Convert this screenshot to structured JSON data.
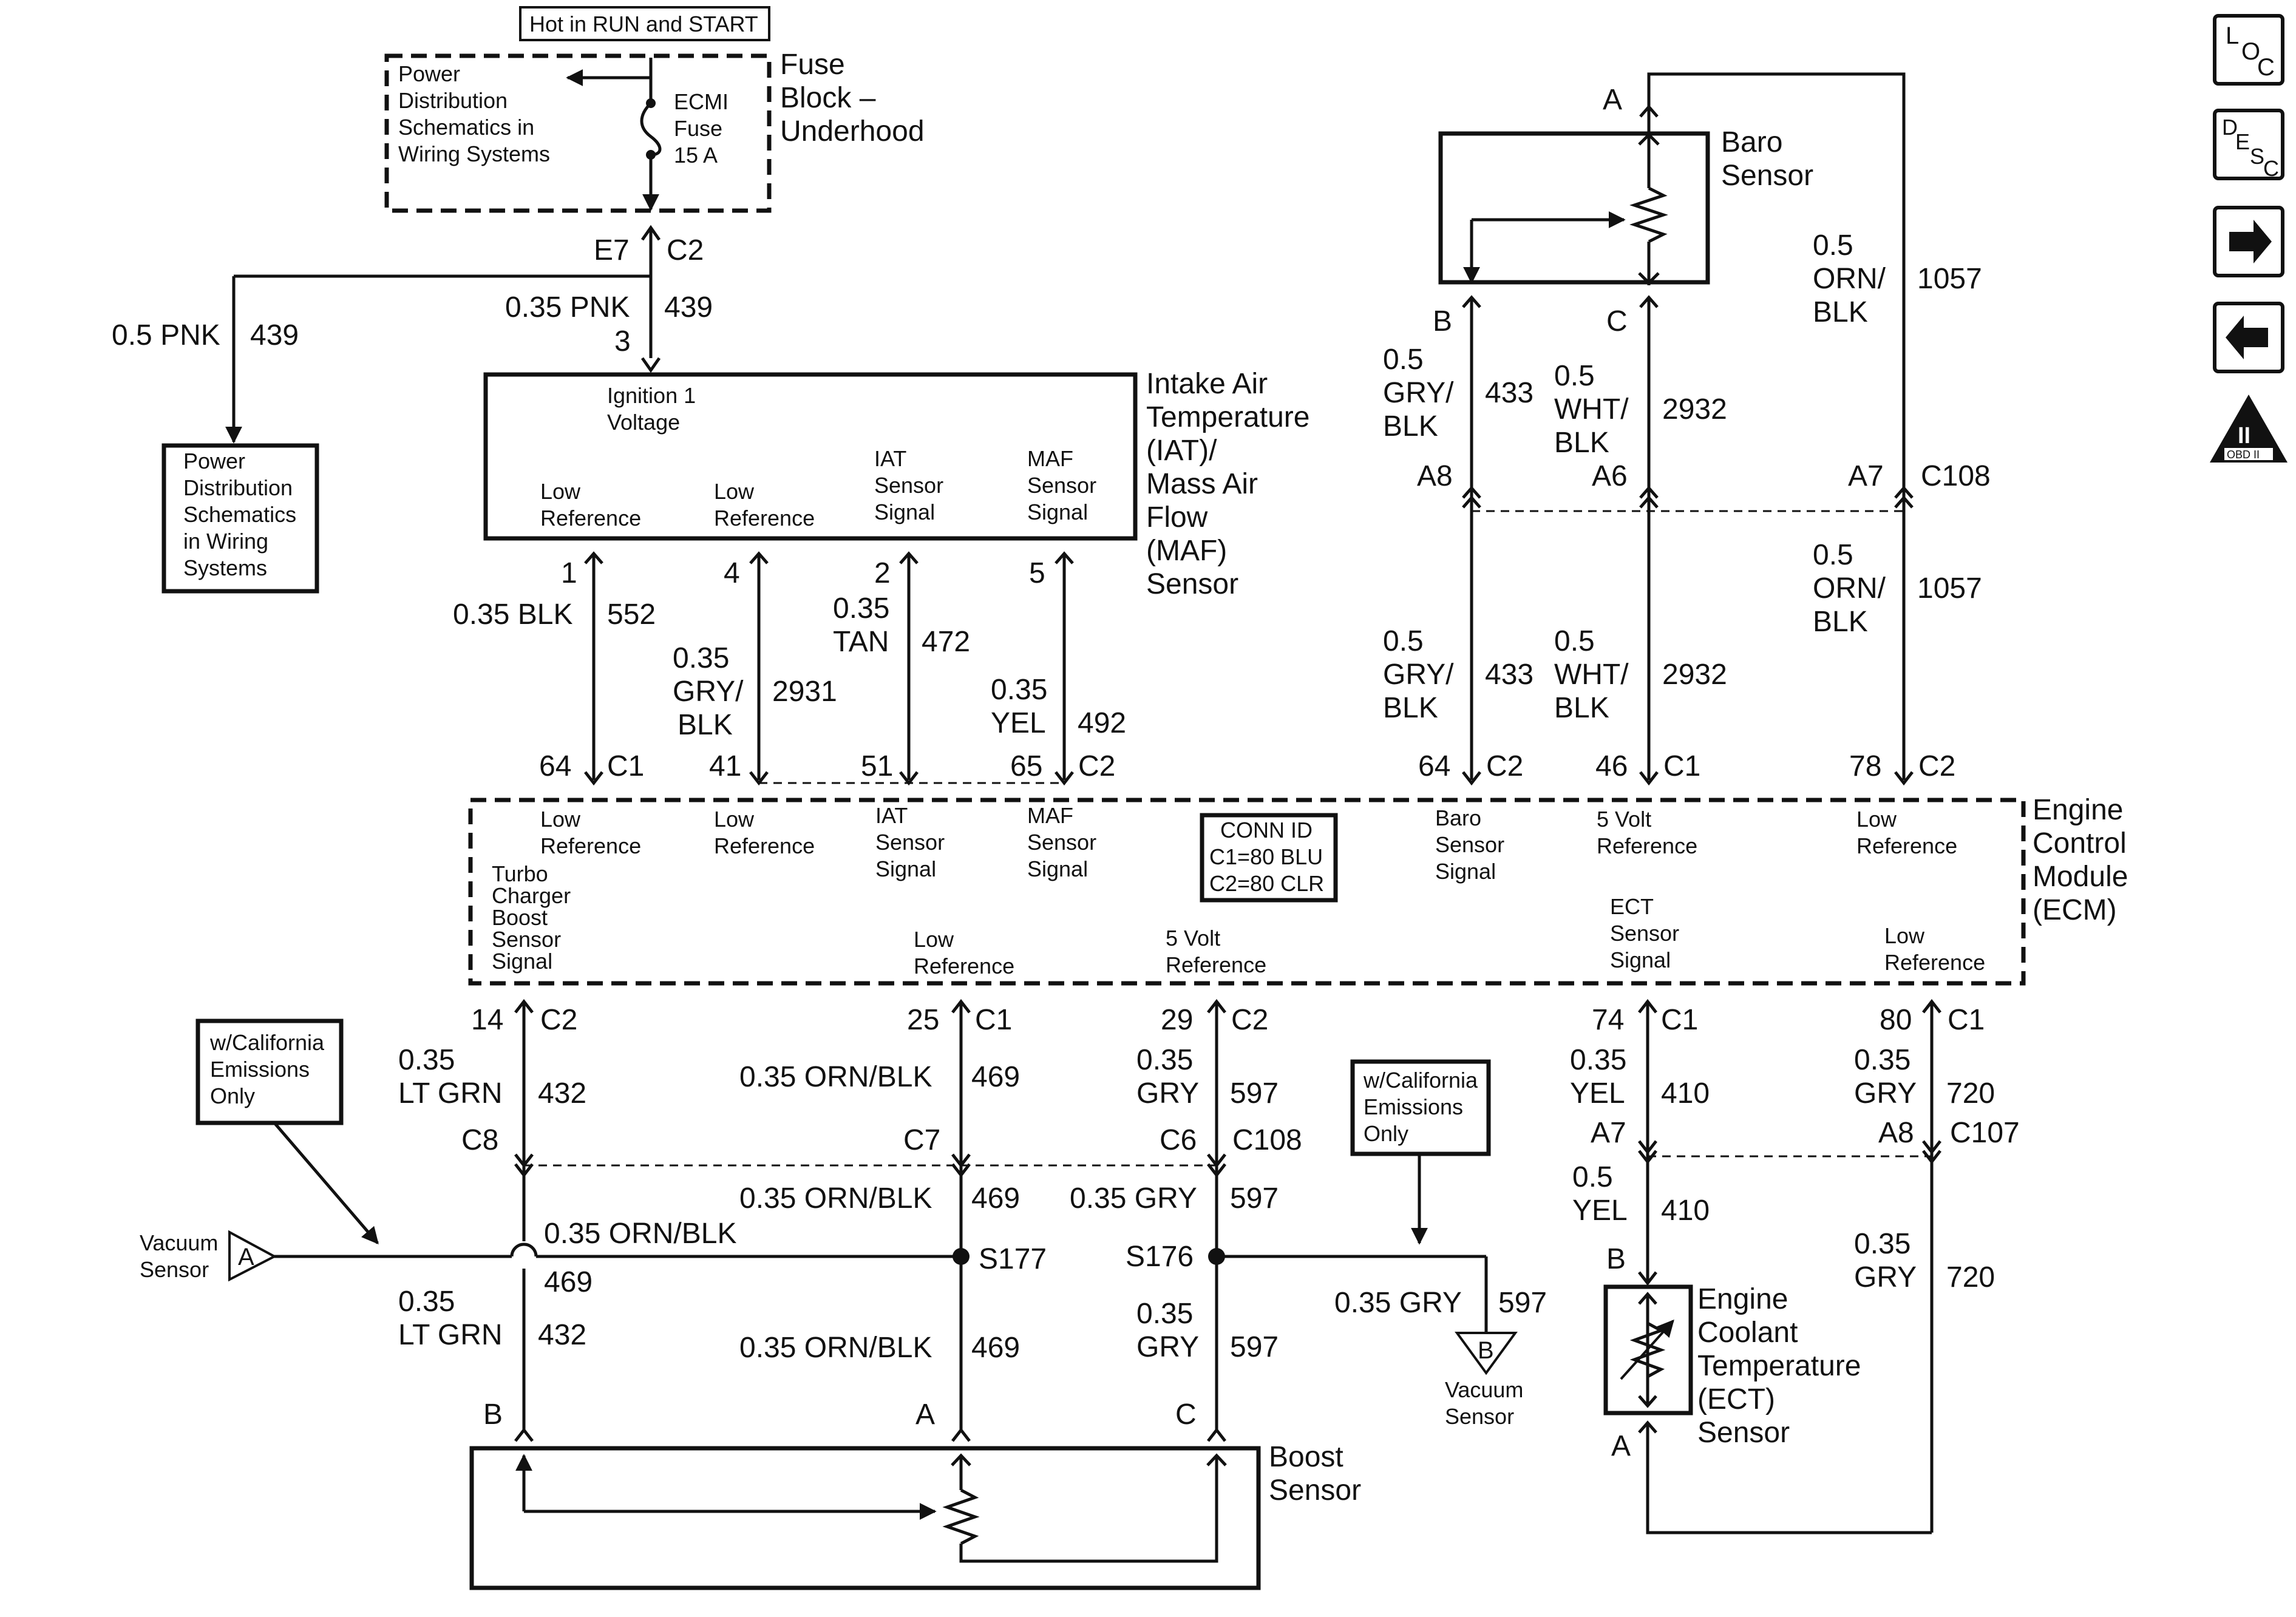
{
  "fuse": {
    "hot": "Hot in RUN and START",
    "power_dist": [
      "Power",
      "Distribution",
      "Schematics in",
      "Wiring Systems"
    ],
    "ecmi": [
      "ECMI",
      "Fuse",
      "15 A"
    ],
    "block_title": [
      "Fuse",
      "Block –",
      "Underhood"
    ],
    "conn_left": "E7",
    "conn_right": "C2"
  },
  "ign_feed": {
    "left_wire": [
      "0.5 PNK",
      "439"
    ],
    "main_wire": [
      "0.35 PNK",
      "439",
      "3"
    ],
    "power_box": [
      "Power",
      "Distribution",
      "Schematics",
      "in Wiring",
      "Systems"
    ]
  },
  "iat_maf": {
    "title": [
      "Intake Air",
      "Temperature",
      "(IAT)/",
      "Mass Air",
      "Flow",
      "(MAF)",
      "Sensor"
    ],
    "ign_label": [
      "Ignition 1",
      "Voltage"
    ],
    "pins": [
      {
        "label": [
          "Low",
          "Reference"
        ],
        "pin": "1",
        "size": [
          "0.35 BLK"
        ],
        "circuit": "552",
        "ecm_pin": "64",
        "ecm_conn": "C1"
      },
      {
        "label": [
          "Low",
          "Reference"
        ],
        "pin": "4",
        "size": [
          "0.35",
          "GRY/",
          "BLK"
        ],
        "circuit": "2931",
        "ecm_pin": "41",
        "ecm_conn": ""
      },
      {
        "label": [
          "IAT",
          "Sensor",
          "Signal"
        ],
        "pin": "2",
        "size": [
          "0.35",
          "TAN"
        ],
        "circuit": "472",
        "ecm_pin": "51",
        "ecm_conn": ""
      },
      {
        "label": [
          "MAF",
          "Sensor",
          "Signal"
        ],
        "pin": "5",
        "size": [
          "0.35",
          "YEL"
        ],
        "circuit": "492",
        "ecm_pin": "65",
        "ecm_conn": "C2"
      }
    ]
  },
  "baro": {
    "title": [
      "Baro",
      "Sensor"
    ],
    "a": "A",
    "b": "B",
    "c": "C",
    "wire_b_top": [
      "0.5",
      "GRY/",
      "BLK"
    ],
    "circ_b": "433",
    "wire_c_top": [
      "0.5",
      "WHT/",
      "BLK"
    ],
    "circ_c": "2932",
    "wire_a_top": [
      "0.5",
      "ORN/",
      "BLK"
    ],
    "circ_a": "1057",
    "conn_pins": [
      "A8",
      "A6",
      "A7"
    ],
    "conn_id": "C108",
    "wire_b_bot": [
      "0.5",
      "GRY/",
      "BLK"
    ],
    "wire_c_bot": [
      "0.5",
      "WHT/",
      "BLK"
    ],
    "wire_a_bot": [
      "0.5",
      "ORN/",
      "BLK"
    ],
    "ecm_pins": [
      {
        "pin": "64",
        "conn": "C2"
      },
      {
        "pin": "46",
        "conn": "C1"
      },
      {
        "pin": "78",
        "conn": "C2"
      }
    ]
  },
  "ecm": {
    "title": [
      "Engine",
      "Control",
      "Module",
      "(ECM)"
    ],
    "conn_id": [
      "CONN ID",
      "C1=80 BLU",
      "C2=80 CLR"
    ],
    "top_labels": [
      [
        "Low",
        "Reference"
      ],
      [
        "Low",
        "Reference"
      ],
      [
        "IAT",
        "Sensor",
        "Signal"
      ],
      [
        "MAF",
        "Sensor",
        "Signal"
      ],
      [
        "Baro",
        "Sensor",
        "Signal"
      ],
      [
        "5 Volt",
        "Reference"
      ],
      [
        "Low",
        "Reference"
      ]
    ],
    "bottom_labels": [
      [
        "Turbo",
        "Charger",
        "Boost",
        "Sensor",
        "Signal"
      ],
      [
        "Low",
        "Reference"
      ],
      [
        "5 Volt",
        "Reference"
      ],
      [
        "ECT",
        "Sensor",
        "Signal"
      ],
      [
        "Low",
        "Reference"
      ]
    ]
  },
  "boost": {
    "title": [
      "Boost",
      "Sensor"
    ],
    "ecm_pins": [
      {
        "pin": "14",
        "conn": "C2"
      },
      {
        "pin": "25",
        "conn": "C1"
      },
      {
        "pin": "29",
        "conn": "C2"
      }
    ],
    "w1_top": [
      "0.35",
      "LT GRN"
    ],
    "c1": "432",
    "w2_top": "0.35 ORN/BLK",
    "c2": "469",
    "w3_top": [
      "0.35",
      "GRY"
    ],
    "c3": "597",
    "conn_pins": [
      "C8",
      "C7",
      "C6"
    ],
    "conn_id": "C108",
    "w2_mid": "0.35 ORN/BLK",
    "w3_mid": "0.35 GRY",
    "vac_wire": "0.35 ORN/BLK",
    "vac_circ": "469",
    "s177": "S177",
    "s176": "S176",
    "w1_bot": [
      "0.35",
      "LT GRN"
    ],
    "w2_bot": "0.35 ORN/BLK",
    "w3_bot": [
      "0.35",
      "GRY"
    ],
    "vac_b_wire": "0.35 GRY",
    "pins": [
      "B",
      "A",
      "C"
    ],
    "cal_note": [
      "w/California",
      "Emissions",
      "Only"
    ],
    "vacuum_a": [
      "Vacuum",
      "Sensor"
    ],
    "vacuum_b": [
      "Vacuum",
      "Sensor"
    ],
    "ref_a": "A",
    "ref_b": "B"
  },
  "ect": {
    "title": [
      "Engine",
      "Coolant",
      "Temperature",
      "(ECT)",
      "Sensor"
    ],
    "ecm_pins": [
      {
        "pin": "74",
        "conn": "C1"
      },
      {
        "pin": "80",
        "conn": "C1"
      }
    ],
    "w1_top": [
      "0.35",
      "YEL"
    ],
    "c1": "410",
    "w2_top": [
      "0.35",
      "GRY"
    ],
    "c2": "720",
    "conn_pins": [
      "A7",
      "A8"
    ],
    "conn_id": "C107",
    "w1_bot": [
      "0.5",
      "YEL"
    ],
    "w2_bot": [
      "0.35",
      "GRY"
    ],
    "pin_b": "B",
    "pin_a": "A"
  },
  "side_icons": {
    "loc": [
      "L",
      "O",
      "C"
    ],
    "desc": [
      "D",
      "E",
      "S",
      "C"
    ],
    "obd": [
      "II",
      "OBD II"
    ]
  }
}
